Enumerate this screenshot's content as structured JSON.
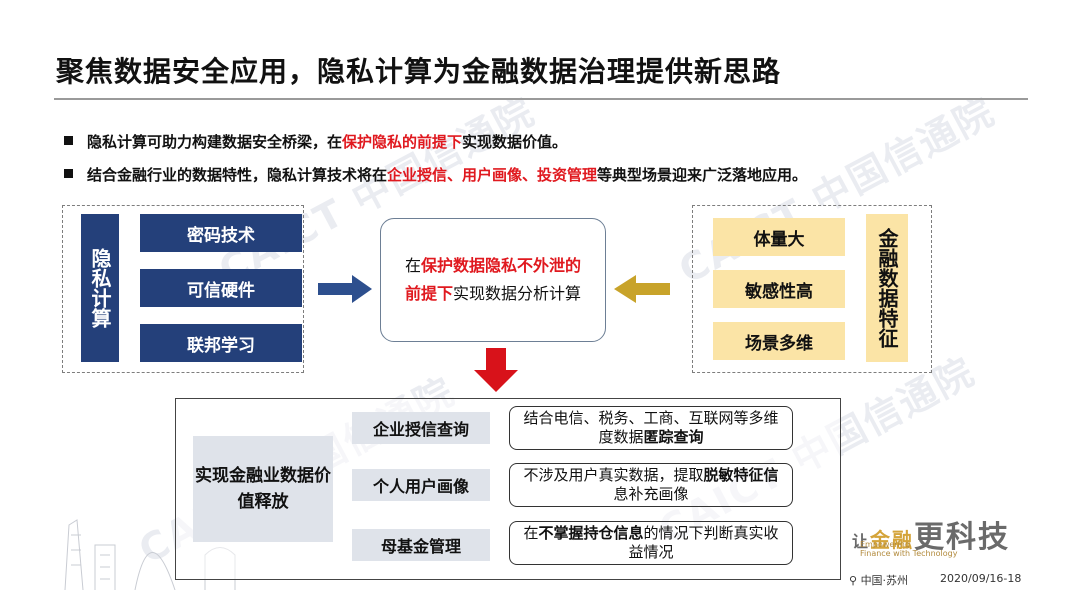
{
  "title": "聚焦数据安全应用，隐私计算为金融数据治理提供新思路",
  "bullets": [
    {
      "pre": "隐私计算可助力构建数据安全桥梁，在",
      "red": "保护隐私的前提下",
      "post": "实现数据价值。"
    },
    {
      "pre": "结合金融行业的数据特性，隐私计算技术将在",
      "red": "企业授信、用户画像、投资管理",
      "post": "等典型场景迎来广泛落地应用。"
    }
  ],
  "left_panel": {
    "vertical_label": "隐私计算",
    "items": [
      "密码技术",
      "可信硬件",
      "联邦学习"
    ]
  },
  "center": {
    "pre": "在",
    "red": "保护数据隐私不外泄的前提下",
    "post": "实现数据分析计算"
  },
  "right_panel": {
    "vertical_label": "金融数据特征",
    "items": [
      "体量大",
      "敏感性高",
      "场景多维"
    ]
  },
  "bottom": {
    "label": "实现金融业数据价值释放",
    "rows": [
      {
        "name": "企业授信查询",
        "desc_pre": "结合电信、税务、工商、互联网等多维度数据",
        "desc_bold": "匿踪查询",
        "desc_post": ""
      },
      {
        "name": "个人用户画像",
        "desc_pre": "不涉及用户真实数据，提取",
        "desc_bold": "脱敏特征信",
        "desc_post": "息补充画像"
      },
      {
        "name": "母基金管理",
        "desc_pre": "在",
        "desc_bold": "不掌握持仓信息",
        "desc_post": "的情况下判断真实收益情况"
      }
    ]
  },
  "watermark_text": "CAICT 中国信通院",
  "footer": {
    "slogan_pre": "让",
    "slogan_gold": "金融",
    "slogan_post": "更科技",
    "sub_line1": "Empowering",
    "sub_line2": "Finance with Technology",
    "location": "中国·苏州",
    "date": "2020/09/16-18"
  },
  "colors": {
    "navy": "#24407a",
    "gold": "#fbe4a6",
    "red": "#e0191f",
    "arrow_gold": "#c8a32a",
    "arrow_blue": "#2d4f8e"
  }
}
